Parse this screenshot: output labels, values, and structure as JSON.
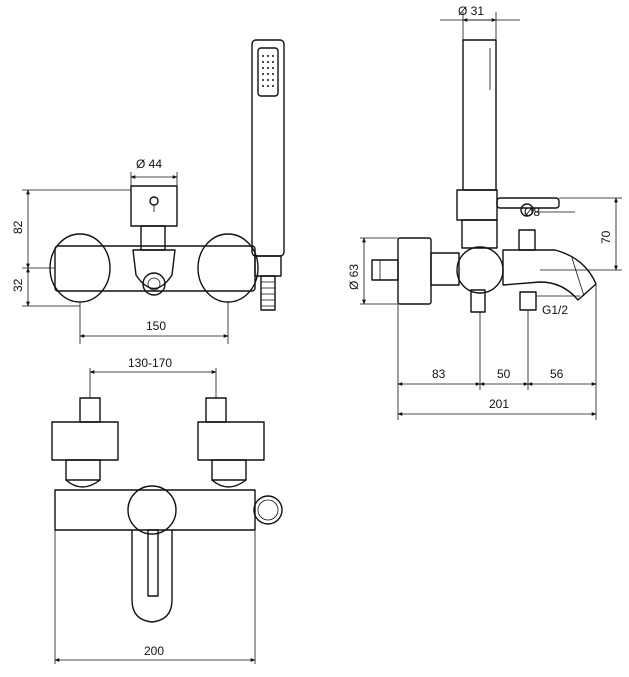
{
  "front_view": {
    "diameter_44": "Ø 44",
    "height_82": "82",
    "height_32": "32",
    "width_150": "150"
  },
  "side_view": {
    "diameter_31": "Ø 31",
    "diameter_8": "Ø8",
    "diameter_63": "Ø 63",
    "height_70": "70",
    "thread_g12": "G1/2",
    "dim_83": "83",
    "dim_50": "50",
    "dim_56": "56",
    "total_201": "201"
  },
  "top_view": {
    "spacing_130_170": "130-170",
    "width_200": "200"
  }
}
